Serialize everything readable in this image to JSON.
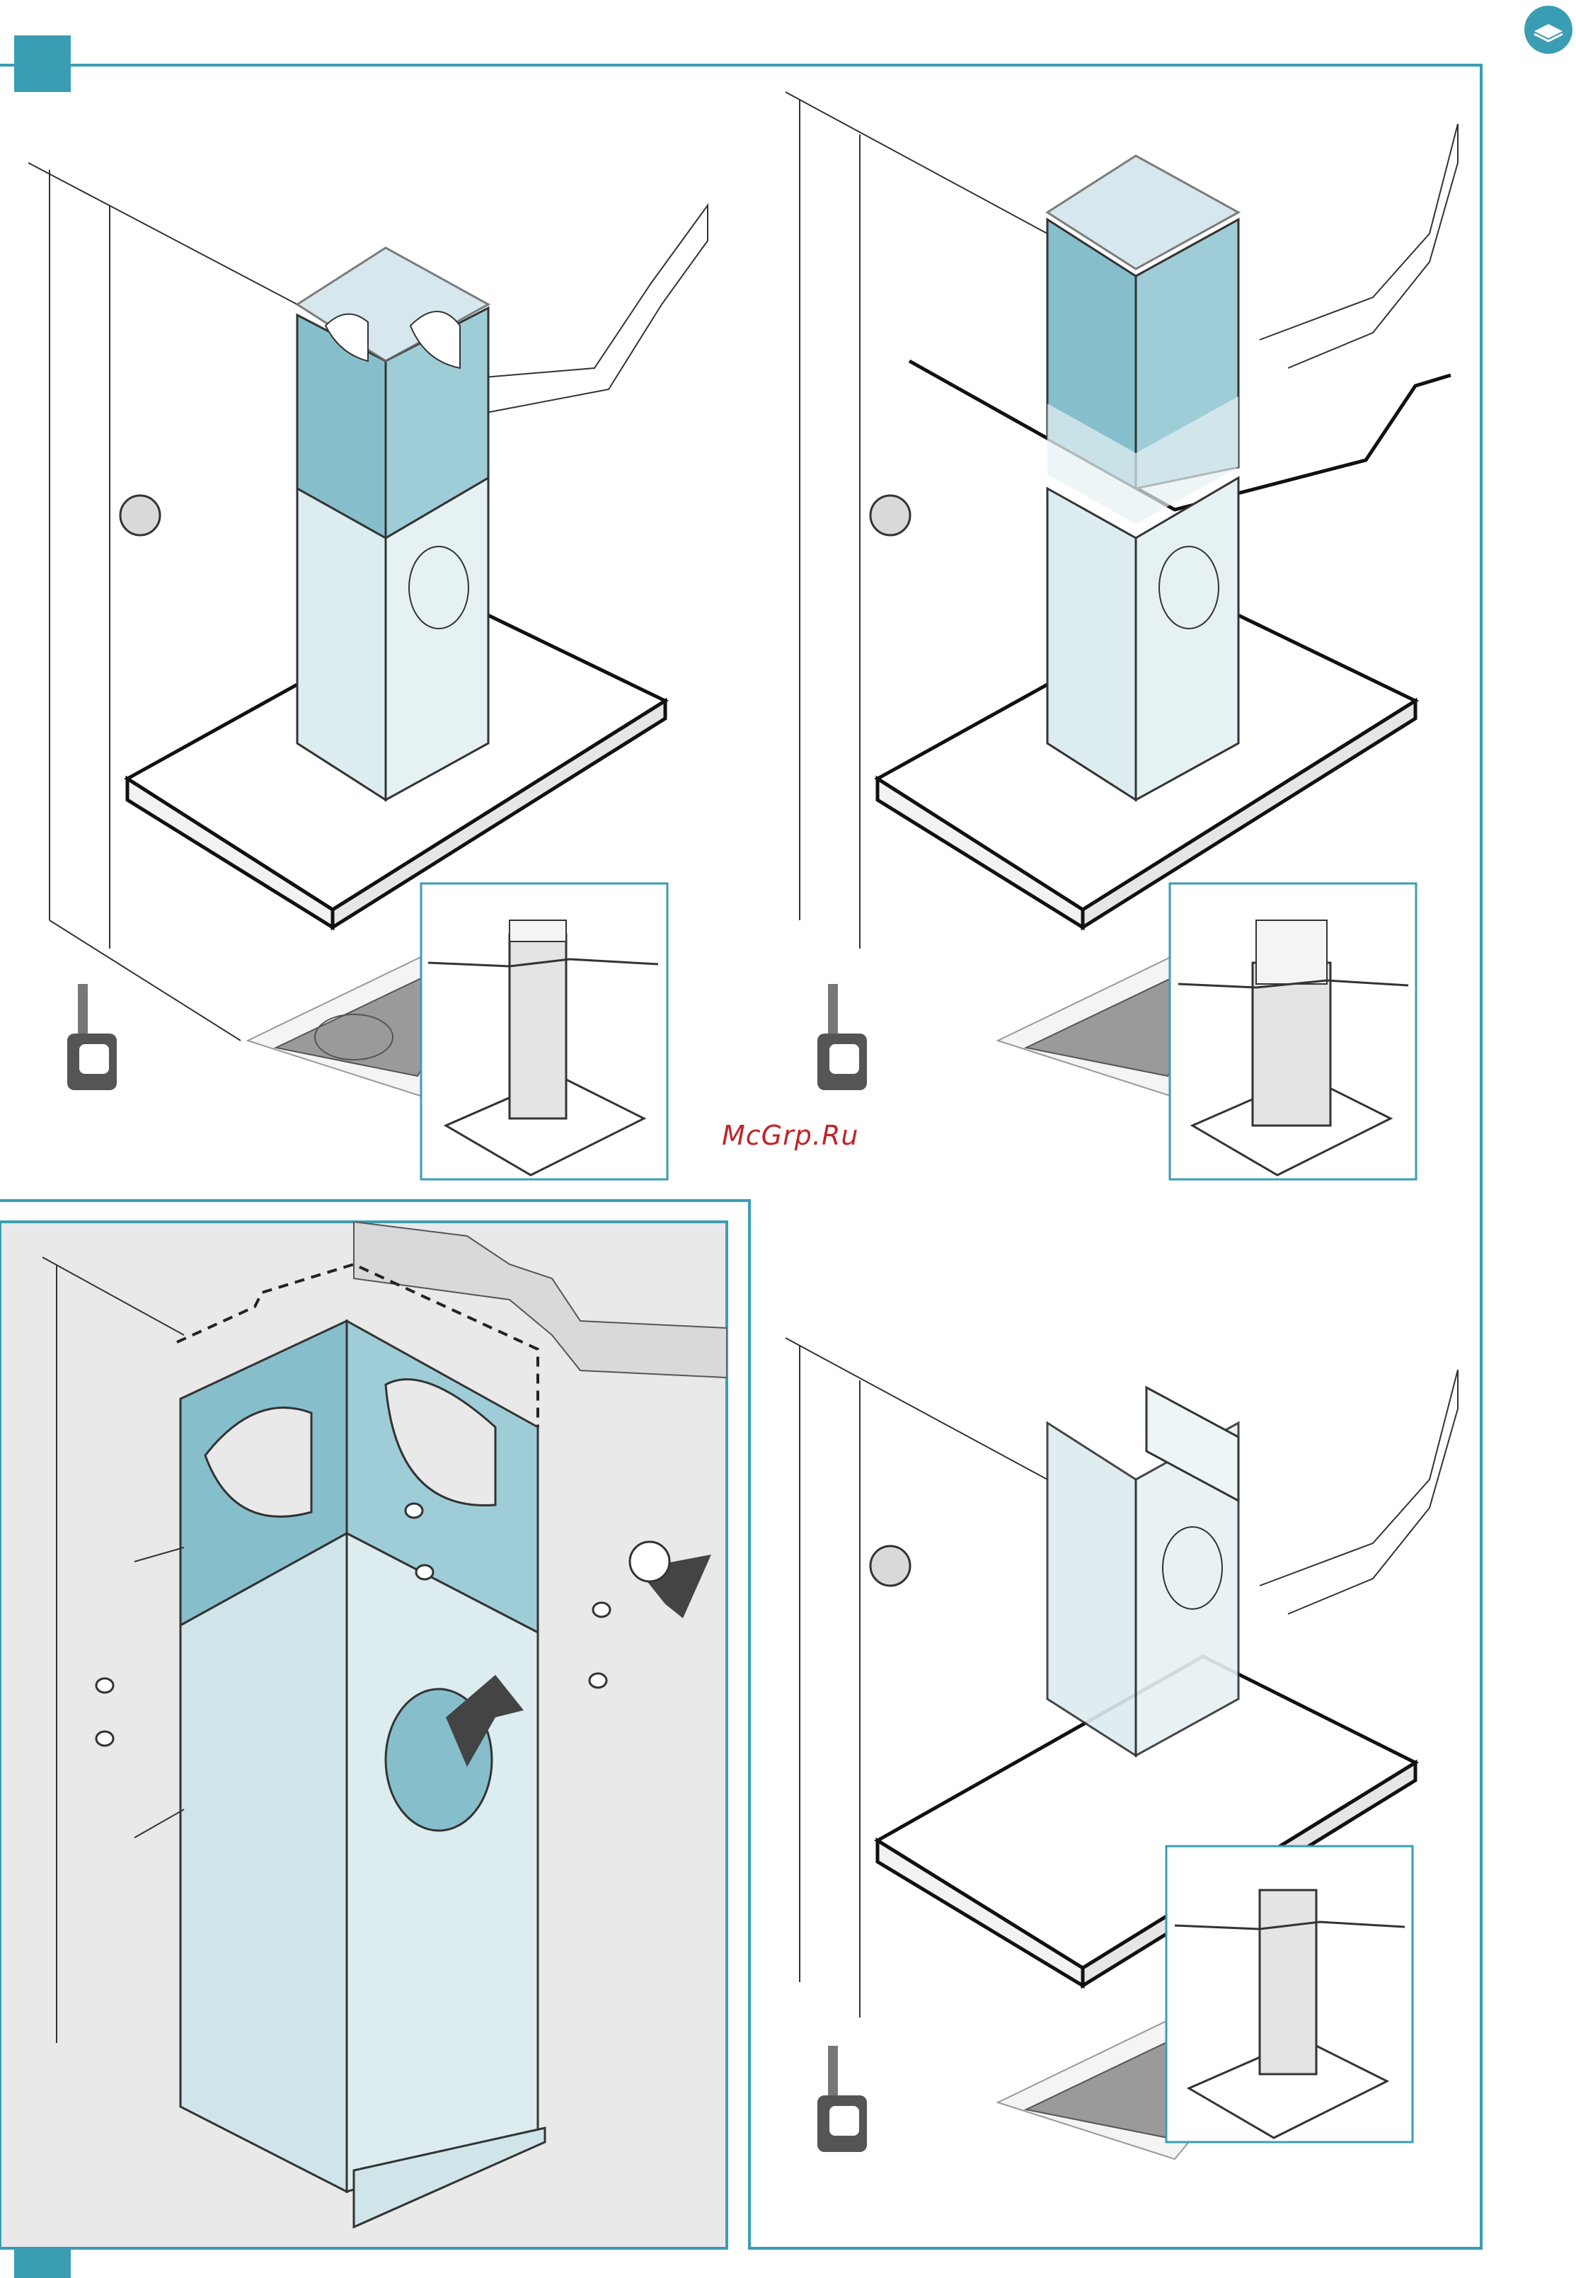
{
  "page": {
    "watermark": "McGrp.Ru",
    "corner_icon": "book-info-icon"
  },
  "colors": {
    "frame_teal": "#3a9db3",
    "duct_blue": "#86bfcb",
    "panel_light": "#dcecef",
    "background_grey": "#e9e9e9",
    "hob_dark": "#9a9a9a"
  },
  "steps": [
    {
      "id": "step-top-left",
      "callout": "",
      "has_inset": true,
      "has_tape_measure": true
    },
    {
      "id": "step-top-right",
      "callout": "",
      "has_inset": true,
      "has_tape_measure": true
    },
    {
      "id": "step-bottom-left",
      "callout": "",
      "has_inset": false,
      "has_tape_measure": false
    },
    {
      "id": "step-bottom-right",
      "callout": "",
      "has_inset": true,
      "has_tape_measure": true
    }
  ]
}
